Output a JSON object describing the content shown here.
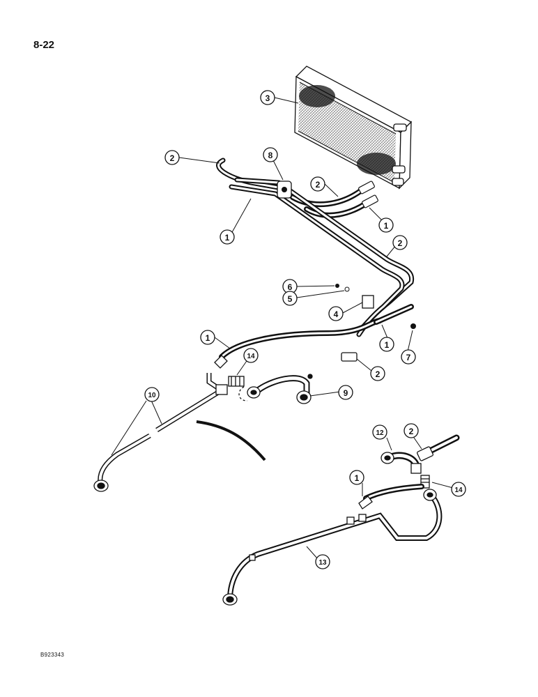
{
  "page": {
    "number": "8-22",
    "figure_code": "B923343"
  },
  "callouts": [
    "1",
    "2",
    "3",
    "4",
    "5",
    "6",
    "7",
    "8",
    "9",
    "10",
    "12",
    "13",
    "14"
  ]
}
